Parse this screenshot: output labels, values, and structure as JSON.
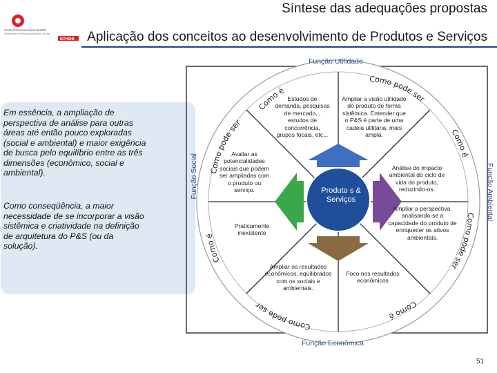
{
  "header": {
    "title_line1": "Síntese das adequações propostas",
    "title_line2": "Aplicação dos conceitos ao desenvolvimento de Produtos e Serviços"
  },
  "logo": {
    "line1": "Conferência Internacional 2006",
    "line2": "Empresas e Responsabilidade Social",
    "brand": "ETHOS"
  },
  "left_panel": {
    "paragraph1": "Em essência, a ampliação de perspectiva de análise para outras áreas até então pouco exploradas (social e ambiental) e maior exigência de busca pelo equilíbrio entre as três dimensões (econômico, social e ambiental).",
    "paragraph2": "Como conseqüência, a maior necessidade de se incorporar a visão sistêmica e criatividade na definição de arquitetura do P&S (ou da solução)."
  },
  "diagram": {
    "axes": {
      "top": "Função Utilidade",
      "bottom": "Função Econômica",
      "left": "Função Social",
      "right": "Função Ambiental"
    },
    "center": "Produto s & Serviços",
    "ring_labels": {
      "top_como_e": "Como é",
      "top_como_pode_ser": "Como pode ser",
      "left_como_pode_ser": "Como pode ser",
      "left_como_e": "Como é",
      "right_como_e": "Como é",
      "right_como_pode_ser": "Como pode ser",
      "bottom_como_pode_ser": "Como pode ser",
      "bottom_como_e": "Como é"
    },
    "cells": {
      "utilidade_como_e": "Estudos de demanda, pesquisas de mercado, , estudos de concorrência, grupos focais, etc...",
      "utilidade_como_pode_ser": "Ampliar a visão utilidade do produto de forma sistêmica. Entender que o P&S é parte de uma cadeia utilitária, mais ampla.",
      "social_como_pode_ser": "Avaliar as potencialidades sociais que podem ser ampliadas com o produto ou serviço.",
      "social_como_e": "Praticamente inexistente",
      "ambiental_como_e": "Análise do impacto ambiental do ciclo de vida do produto, reduzindo-os.",
      "ambiental_como_pode_ser": "Ampliar a perspectiva, analisando-se a capacidade do produto de enriquecer os ativos ambientais.",
      "economica_como_pode_ser": "Ampliar os resultados econômicos, equilibrados com os sociais e ambientais.",
      "economica_como_e": "Foco nos resultados econômicos"
    },
    "arrow_colors": {
      "up": "#3f6fc0",
      "left": "#3aa84a",
      "right": "#7a4a9a",
      "down": "#8a6a40"
    },
    "center_color": "#1f4f9a"
  },
  "page_number": "51"
}
